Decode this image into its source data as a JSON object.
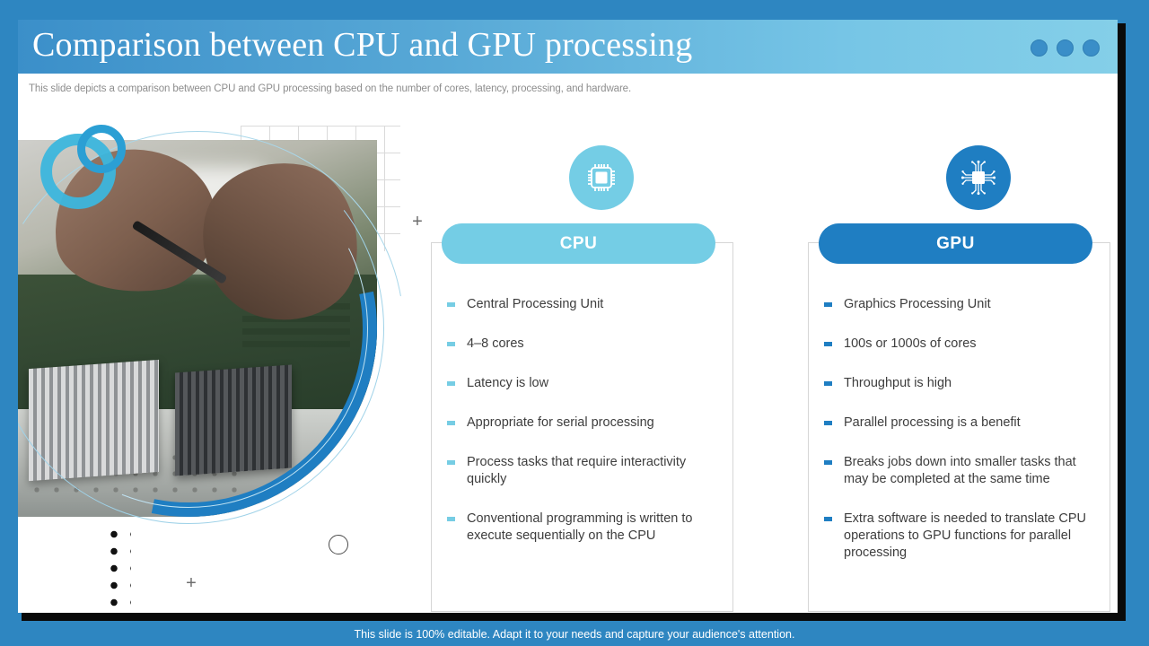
{
  "header": {
    "title": "Comparison between CPU and GPU processing",
    "window_dots": [
      "dot-1",
      "dot-2",
      "dot-3"
    ]
  },
  "subtitle": "This slide depicts a comparison between CPU and GPU processing based on the number of cores, latency,  processing, and hardware.",
  "columns": [
    {
      "key": "cpu",
      "label": "CPU",
      "icon": "cpu-chip-icon",
      "accent": "#74cde5",
      "items": [
        "Central Processing Unit",
        "4–8 cores",
        "Latency is low",
        "Appropriate for serial processing",
        "Process tasks that require interactivity quickly",
        "Conventional programming is written to execute sequentially on the CPU"
      ]
    },
    {
      "key": "gpu",
      "label": "GPU",
      "icon": "gpu-circuit-icon",
      "accent": "#1f7ec2",
      "items": [
        "Graphics Processing Unit",
        "100s or 1000s of cores",
        "Throughput is high",
        "Parallel processing is a benefit",
        "Breaks jobs down into smaller tasks that may be completed at the same time",
        "Extra software is needed to translate CPU operations to GPU functions for parallel processing"
      ]
    }
  ],
  "decorations": {
    "plus_glyph": "+",
    "photo_alt": "hands working on a computer motherboard with heatsinks"
  },
  "footer": {
    "text": "This slide is 100% editable. Adapt it to your needs and capture your audience's attention."
  },
  "colors": {
    "frame": "#2e86c1",
    "header_left": "#3b8fc9",
    "header_right": "#84cfe8",
    "cpu_accent": "#74cde5",
    "gpu_accent": "#1f7ec2",
    "body_text": "#3d3d3d",
    "subtitle_text": "#8d8d8d"
  }
}
